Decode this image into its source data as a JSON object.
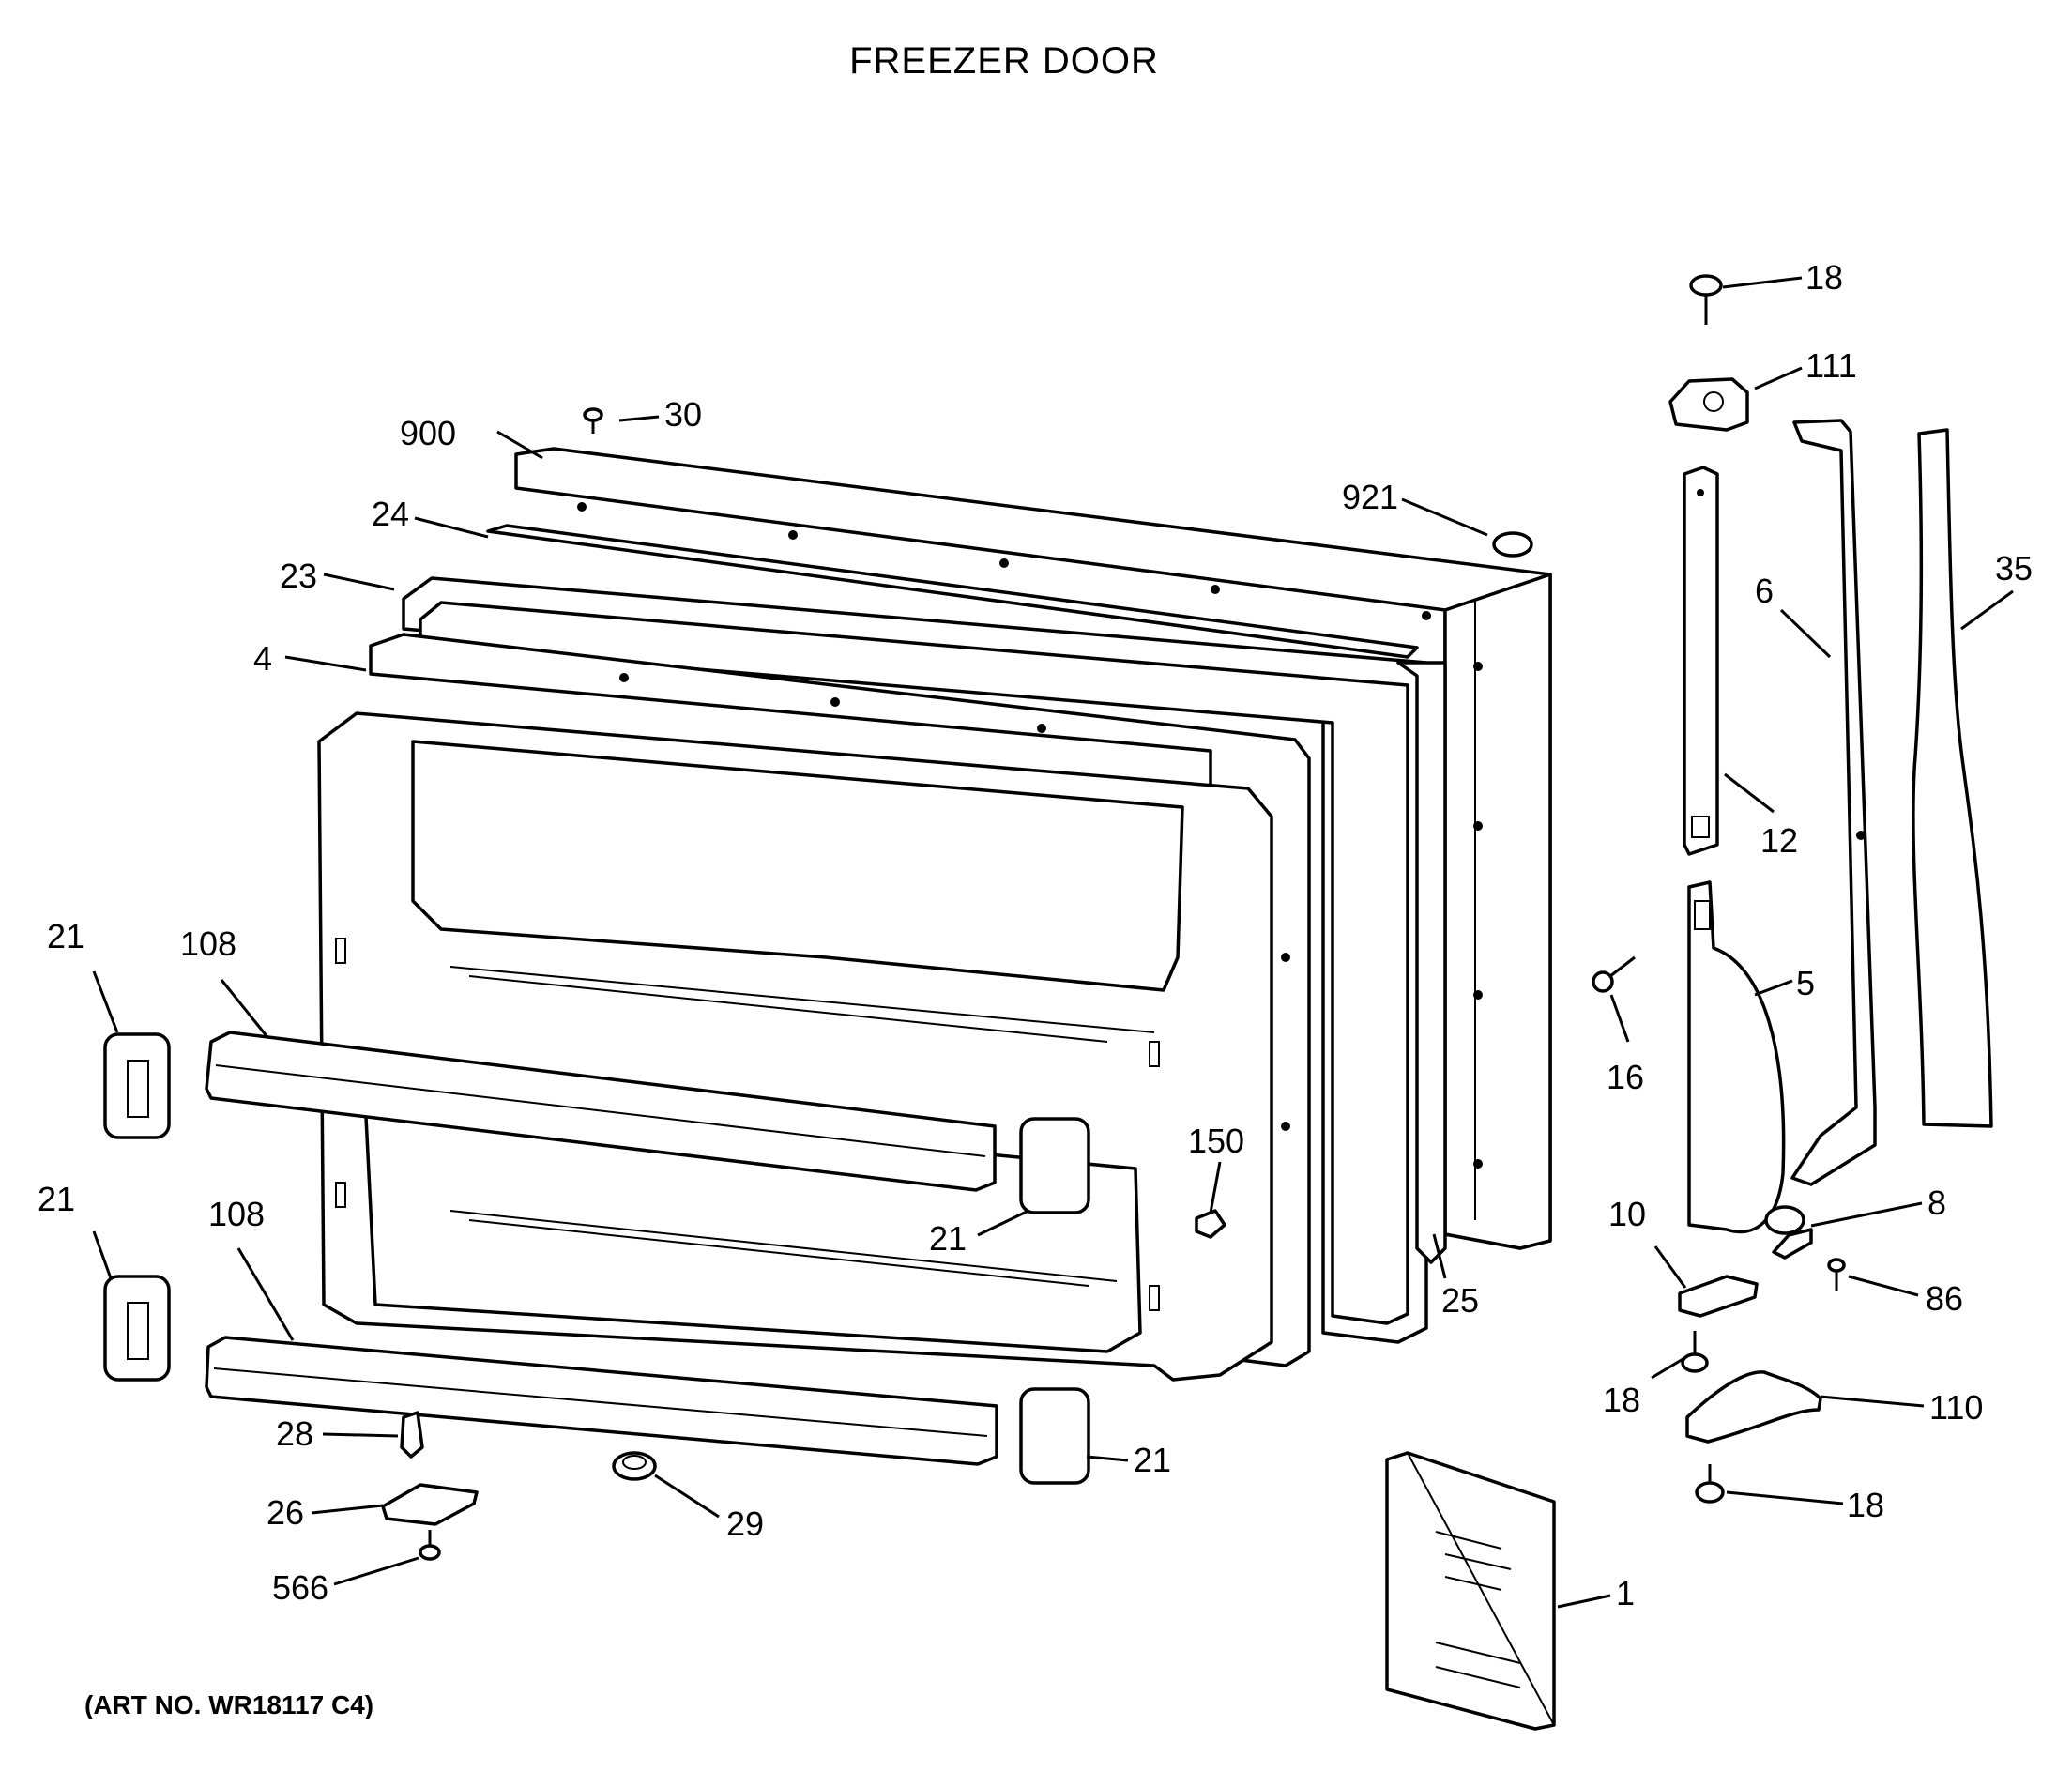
{
  "title": "FREEZER DOOR",
  "art_number": "(ART NO. WR18117 C4)",
  "callouts": {
    "c900": "900",
    "c30": "30",
    "c24": "24",
    "c23": "23",
    "c4": "4",
    "c921": "921",
    "c18a": "18",
    "c111": "111",
    "c35": "35",
    "c6": "6",
    "c12": "12",
    "c5": "5",
    "c16": "16",
    "c21a": "21",
    "c108a": "108",
    "c21b": "21",
    "c108b": "108",
    "c21c": "21",
    "c150": "150",
    "c10": "10",
    "c8": "8",
    "c86": "86",
    "c25": "25",
    "c18b": "18",
    "c110": "110",
    "c28": "28",
    "c21d": "21",
    "c26": "26",
    "c29": "29",
    "c566": "566",
    "c18c": "18",
    "c1": "1"
  }
}
